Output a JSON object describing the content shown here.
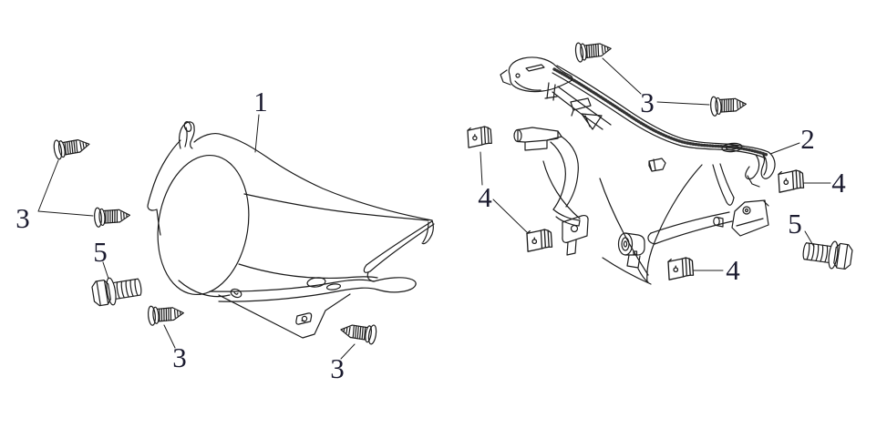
{
  "colors": {
    "background": "#ffffff",
    "line": "#1c1c1c",
    "label": "#1b1b2f"
  },
  "callouts": [
    {
      "id": "front-cover",
      "label": "1"
    },
    {
      "id": "rear-cover",
      "label": "2"
    },
    {
      "id": "front-screws-upper-left",
      "label": "3"
    },
    {
      "id": "front-screw-lower-left",
      "label": "3"
    },
    {
      "id": "front-screw-lower-right",
      "label": "3"
    },
    {
      "id": "rear-screws-top",
      "label": "3"
    },
    {
      "id": "rear-clips-left",
      "label": "4"
    },
    {
      "id": "rear-clip-right",
      "label": "4"
    },
    {
      "id": "rear-clip-bottom",
      "label": "4"
    },
    {
      "id": "front-flange-bolt",
      "label": "5"
    },
    {
      "id": "rear-flange-bolt",
      "label": "5"
    }
  ]
}
